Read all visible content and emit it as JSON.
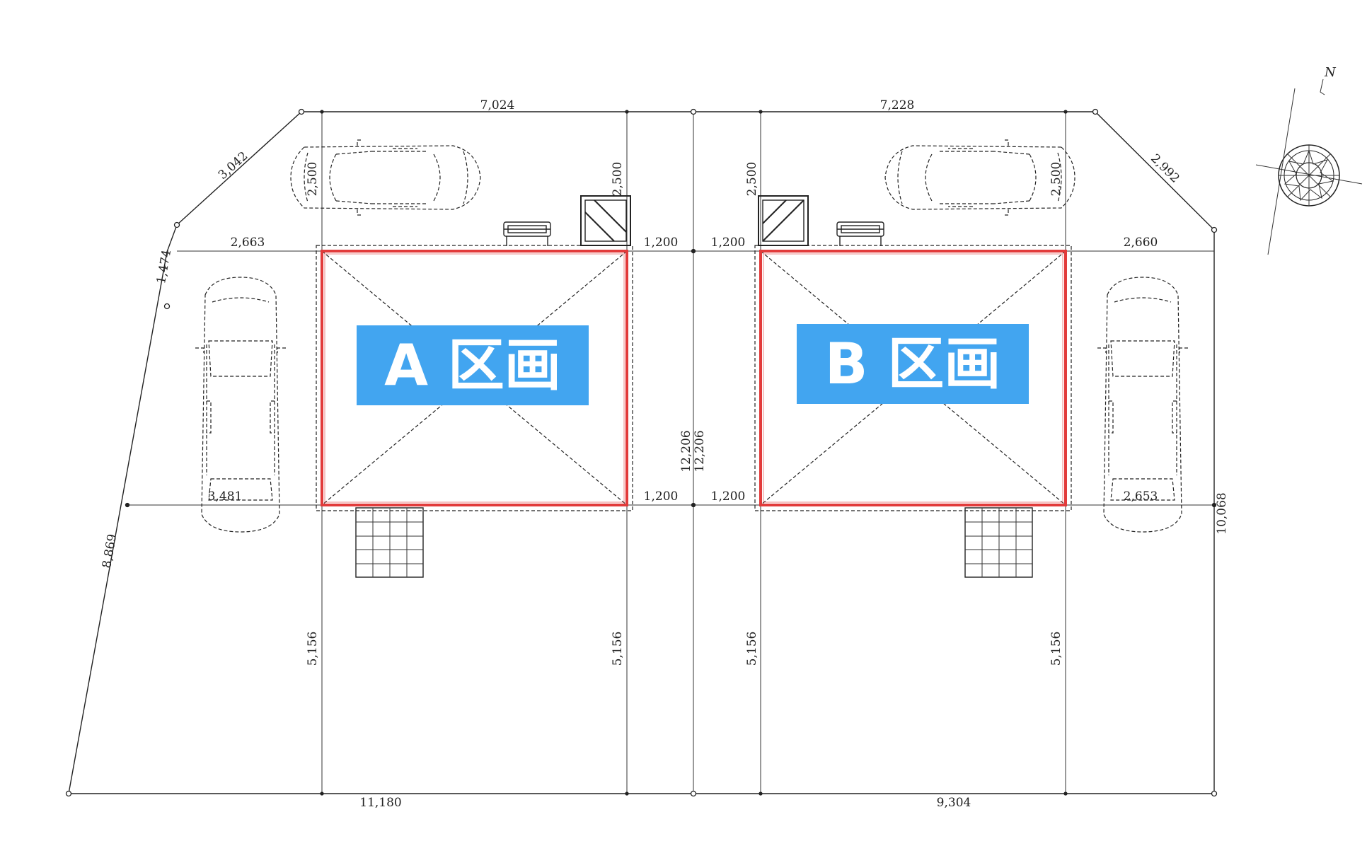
{
  "lots": {
    "a": {
      "label": "A 区画",
      "color": "#42a5f0"
    },
    "b": {
      "label": "B 区画",
      "color": "#42a5f0"
    }
  },
  "compass": {
    "label": "N"
  },
  "colors": {
    "house_outline": "#e23b3b",
    "label_bg": "#42a5f0",
    "line": "#222222"
  },
  "dims": {
    "top_a": "7,024",
    "top_b": "7,228",
    "diag_a": "3,042",
    "diag_b": "2,992",
    "left_short": "1,474",
    "left_long": "8,869",
    "right_side": "10,068",
    "mid_a": "2,663",
    "mid_b": "2,660",
    "lower_a": "3,481",
    "lower_b": "2,653",
    "gap_a_top": "1,200",
    "gap_b_top": "1,200",
    "gap_a_bottom": "1,200",
    "gap_b_bottom": "1,200",
    "center_1": "12,206",
    "center_2": "12,206",
    "car_a_left": "2,500",
    "car_a_right": "2,500",
    "car_b_left": "2,500",
    "car_b_right": "2,500",
    "depth_a_left": "5,156",
    "depth_a_right": "5,156",
    "depth_b_left": "5,156",
    "depth_b_right": "5,156",
    "bottom_a": "11,180",
    "bottom_b": "9,304"
  }
}
